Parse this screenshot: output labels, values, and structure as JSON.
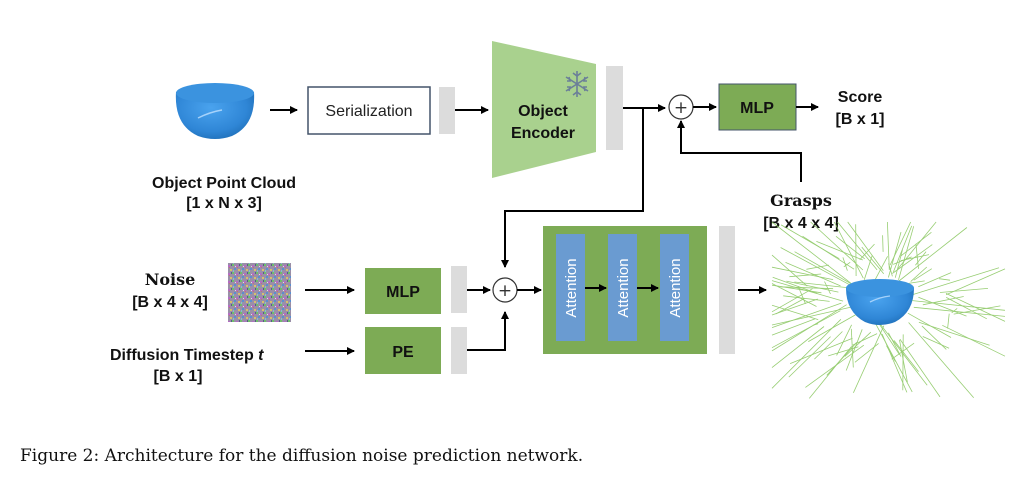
{
  "figure": {
    "caption": "Figure 2: Architecture for the diffusion noise prediction network.",
    "colors": {
      "green_block": "#7dab55",
      "light_green_encoder": "#a9d18e",
      "gray_feature": "#dcdcdc",
      "attention_blue": "#6a9bd1",
      "bowl_blue": "#2f86d6",
      "grasp_green": "#8cc863",
      "arrow": "#000000",
      "serialization_border": "#44546a"
    },
    "inputs": {
      "point_cloud": {
        "name": "Object Point Cloud",
        "shape": "[1 x N x 3]"
      },
      "noise": {
        "name": "Noise",
        "shape": "[B x 4 x 4]"
      },
      "timestep": {
        "name": "Diffusion Timestep",
        "var": "t",
        "shape": "[B x 1]"
      },
      "grasps": {
        "name": "Grasps",
        "shape": "[B x 4 x 4]"
      }
    },
    "blocks": {
      "serialization": "Serialization",
      "encoder_line1": "Object",
      "encoder_line2": "Encoder",
      "encoder_frozen_icon": "snowflake-icon",
      "score_mlp": "MLP",
      "noise_mlp": "MLP",
      "pe": "PE",
      "attention": [
        "Attention",
        "Attention",
        "Attention"
      ],
      "sum_symbol": "+"
    },
    "outputs": {
      "score": {
        "name": "Score",
        "shape": "[B x 1]"
      }
    }
  }
}
